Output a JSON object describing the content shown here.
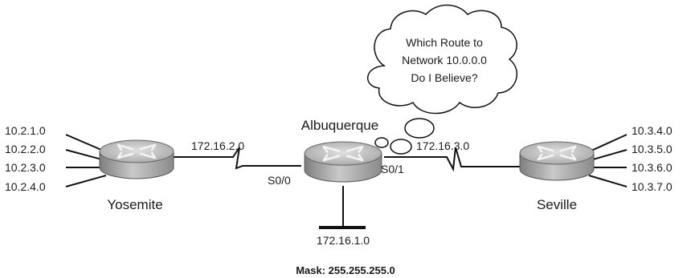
{
  "routers": {
    "yosemite": {
      "name": "Yosemite"
    },
    "albuquerque": {
      "name": "Albuquerque"
    },
    "seville": {
      "name": "Seville"
    }
  },
  "interfaces": {
    "s0_0": "S0/0",
    "s0_1": "S0/1"
  },
  "networks": {
    "yosemite_lans": [
      "10.2.1.0",
      "10.2.2.0",
      "10.2.3.0",
      "10.2.4.0"
    ],
    "seville_lans": [
      "10.3.4.0",
      "10.3.5.0",
      "10.3.6.0",
      "10.3.7.0"
    ],
    "serial_left": "172.16.2.0",
    "serial_right": "172.16.3.0",
    "albuquerque_lan": "172.16.1.0"
  },
  "thought": {
    "line1": "Which Route to",
    "line2": "Network 10.0.0.0",
    "line3": "Do I Believe?"
  },
  "mask": "Mask: 255.255.255.0",
  "colors": {
    "router_body": "#9c9c9c",
    "router_top": "#c4c4c4",
    "line": "#111111"
  }
}
